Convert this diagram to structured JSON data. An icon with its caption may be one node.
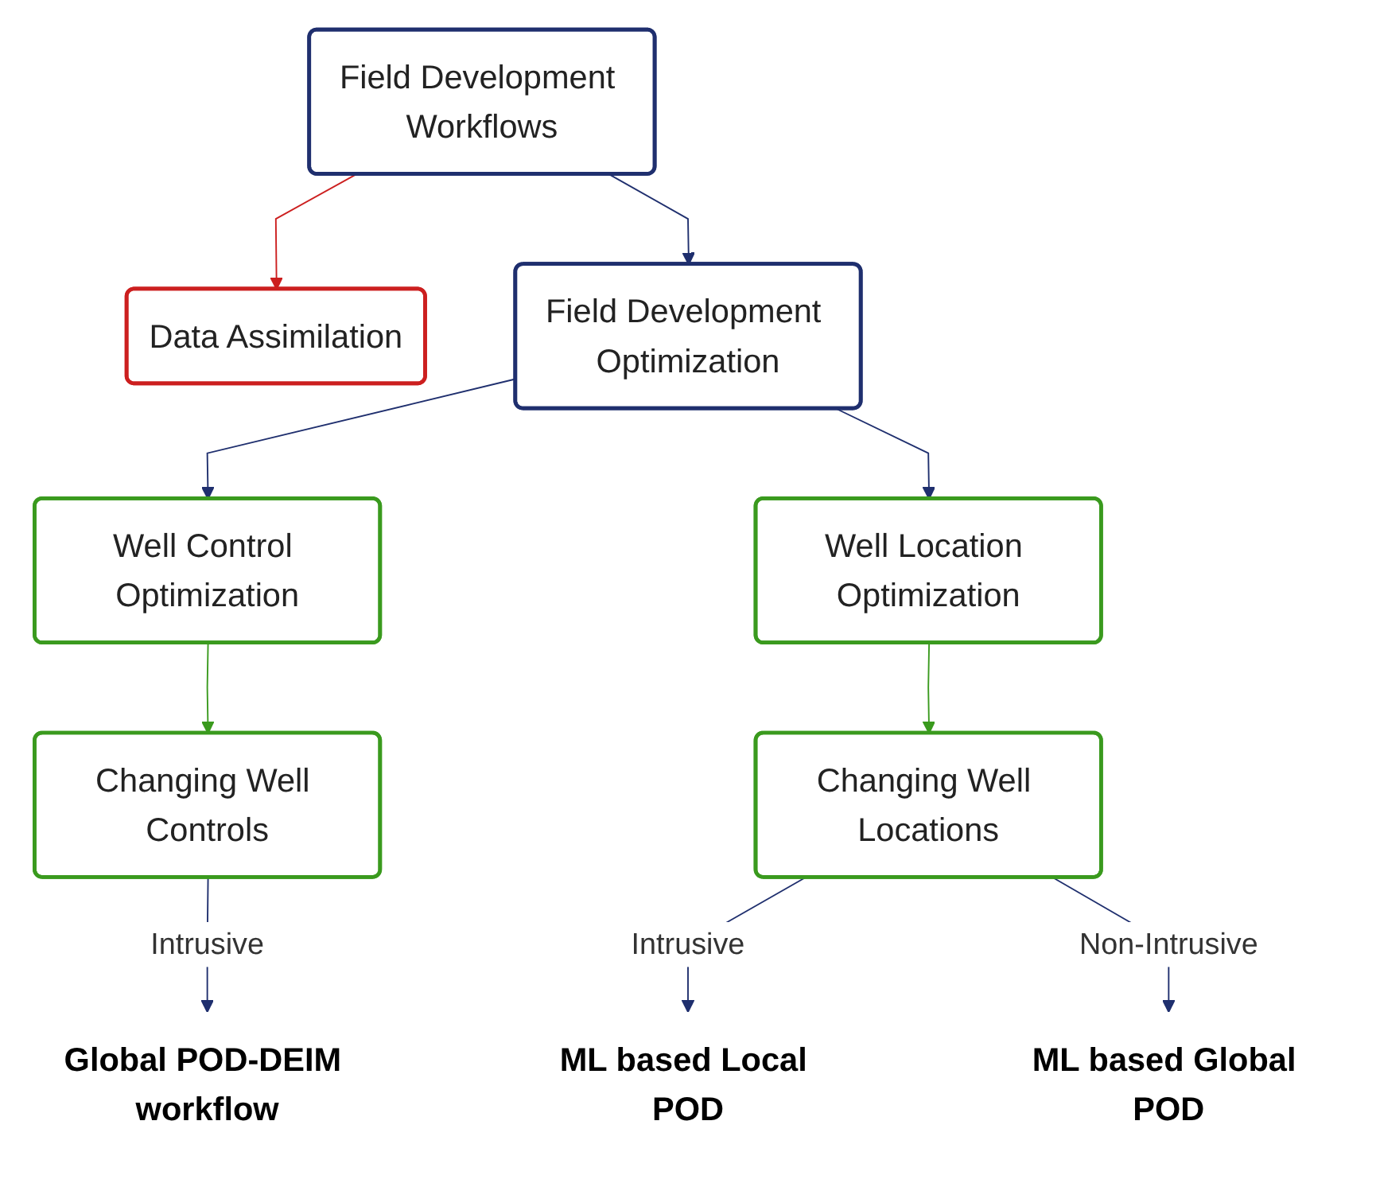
{
  "diagram": {
    "nodes": [
      {
        "text": [
          "Field Development Workflows"
        ]
      },
      {
        "text": [
          "Data Assimilation"
        ]
      },
      {
        "text": [
          "Field Development Optimization"
        ]
      },
      {
        "text": [
          "Well Control Optimization"
        ]
      },
      {
        "text": [
          "Well Location Optimization"
        ]
      },
      {
        "text": [
          "Changing Well Controls"
        ]
      },
      {
        "text": [
          "Changing Well Locations"
        ]
      },
      {
        "text": [
          "Global POD-DEIM workflow"
        ]
      },
      {
        "text": [
          "ML based Local POD"
        ]
      },
      {
        "text": [
          "ML based Global POD"
        ]
      }
    ],
    "edges": [
      {
        "from": 0,
        "to": 1,
        "arrow": "to",
        "color": "#cc1f1f"
      },
      {
        "from": 0,
        "to": 2,
        "arrow": "to"
      },
      {
        "from": 2,
        "to": 3,
        "arrow": "to"
      },
      {
        "from": 2,
        "to": 4,
        "arrow": "to"
      },
      {
        "from": 3,
        "to": 5,
        "arrow": "to",
        "color": "#3a9a1e"
      },
      {
        "from": 4,
        "to": 6,
        "arrow": "to",
        "color": "#3a9a1e"
      },
      {
        "from": 5,
        "to": 7,
        "arrow": "to",
        "label": "Intrusive"
      },
      {
        "from": 6,
        "to": 8,
        "arrow": "to",
        "label": "Intrusive"
      },
      {
        "from": 6,
        "to": 9,
        "arrow": "to",
        "label": "Non-Intrusive"
      }
    ]
  }
}
